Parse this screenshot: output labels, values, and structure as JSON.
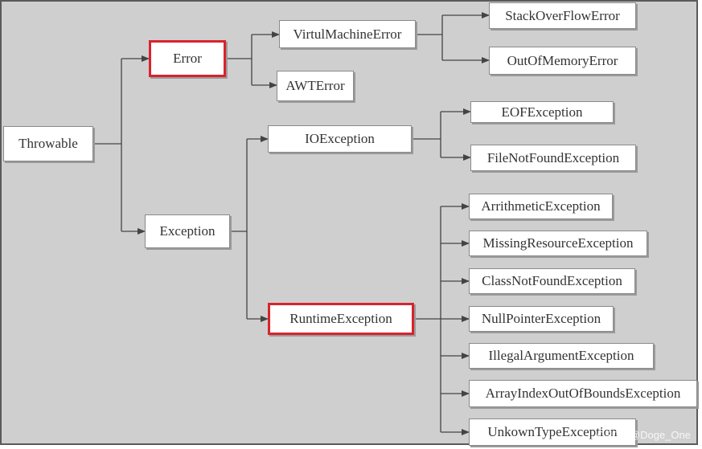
{
  "nodes": {
    "throwable": "Throwable",
    "error": "Error",
    "exception": "Exception",
    "virtual_machine_error": "VirtulMachineError",
    "awt_error": "AWTError",
    "stack_overflow_error": "StackOverFlowError",
    "out_of_memory_error": "OutOfMemoryError",
    "io_exception": "IOException",
    "runtime_exception": "RuntimeException",
    "eof_exception": "EOFException",
    "file_not_found_exception": "FileNotFoundException",
    "arithmetic_exception": "ArrithmeticException",
    "missing_resource_exception": "MissingResourceException",
    "class_not_found_exception": "ClassNotFoundException",
    "null_pointer_exception": "NullPointerException",
    "illegal_argument_exception": "IllegalArgumentException",
    "array_index_out_of_bounds_exception": "ArrayIndexOutOfBoundsException",
    "unknown_type_exception": "UnkownTypeException"
  },
  "highlighted": [
    "error",
    "runtime_exception"
  ],
  "colors": {
    "background": "#cfcfcf",
    "node_fill": "#ffffff",
    "highlight_border": "#d9232d",
    "connector": "#444444"
  },
  "watermark": "CSDN @Doge_One"
}
